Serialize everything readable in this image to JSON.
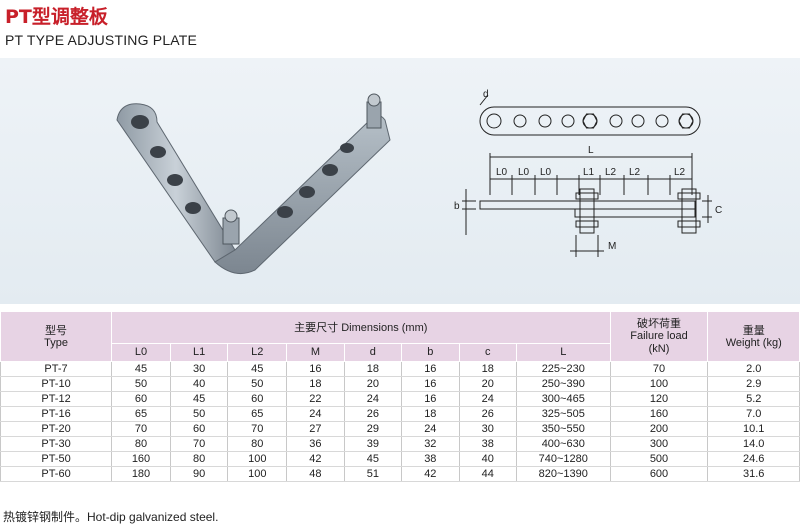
{
  "title_cn": "PT型调整板",
  "title_en": "PT TYPE ADJUSTING PLATE",
  "diagram_labels": {
    "d": "d",
    "L": "L",
    "L0": "L0",
    "L1": "L1",
    "L2": "L2",
    "c": "C",
    "b": "b",
    "M": "M"
  },
  "table": {
    "type_cn": "型号",
    "type_en": "Type",
    "dims_cn": "主要尺寸",
    "dims_en": "Dimensions (mm)",
    "failure_cn": "破坏荷重",
    "failure_en": "Failure load",
    "failure_unit": "(kN)",
    "weight_cn": "重量",
    "weight_en": "Weight (kg)",
    "subheaders": [
      "L0",
      "L1",
      "L2",
      "M",
      "d",
      "b",
      "c",
      "L"
    ],
    "rows": [
      [
        "PT-7",
        "45",
        "30",
        "45",
        "16",
        "18",
        "16",
        "18",
        "225~230",
        "70",
        "2.0"
      ],
      [
        "PT-10",
        "50",
        "40",
        "50",
        "18",
        "20",
        "16",
        "20",
        "250~390",
        "100",
        "2.9"
      ],
      [
        "PT-12",
        "60",
        "45",
        "60",
        "22",
        "24",
        "16",
        "24",
        "300~465",
        "120",
        "5.2"
      ],
      [
        "PT-16",
        "65",
        "50",
        "65",
        "24",
        "26",
        "18",
        "26",
        "325~505",
        "160",
        "7.0"
      ],
      [
        "PT-20",
        "70",
        "60",
        "70",
        "27",
        "29",
        "24",
        "30",
        "350~550",
        "200",
        "10.1"
      ],
      [
        "PT-30",
        "80",
        "70",
        "80",
        "36",
        "39",
        "32",
        "38",
        "400~630",
        "300",
        "14.0"
      ],
      [
        "PT-50",
        "160",
        "80",
        "100",
        "42",
        "45",
        "38",
        "40",
        "740~1280",
        "500",
        "24.6"
      ],
      [
        "PT-60",
        "180",
        "90",
        "100",
        "48",
        "51",
        "42",
        "44",
        "820~1390",
        "600",
        "31.6"
      ]
    ]
  },
  "footnote_cn": "热镀锌钢制件。",
  "footnote_en": "Hot-dip galvanized steel."
}
